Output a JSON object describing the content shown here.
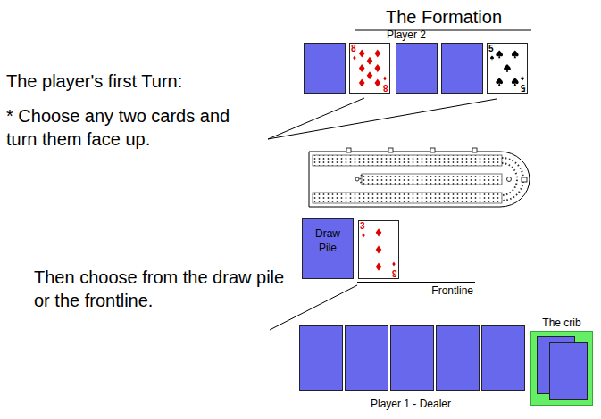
{
  "diagram": {
    "title": "The Formation",
    "nodes": [
      {
        "text": [
          "8",
          "8"
        ]
      },
      {
        "text": [
          "5",
          "5"
        ]
      },
      {
        "text": [
          "Draw Pile"
        ]
      },
      {
        "text": [
          "3",
          "3"
        ]
      },
      {
        "text": [
          "The crib"
        ]
      }
    ],
    "labels": [
      "Player 2",
      "The player's first Turn:",
      "* Choose any two cards and turn them face up.",
      "Then choose from the draw pile or the frontline.",
      "Frontline",
      "Player 1 - Dealer"
    ]
  }
}
